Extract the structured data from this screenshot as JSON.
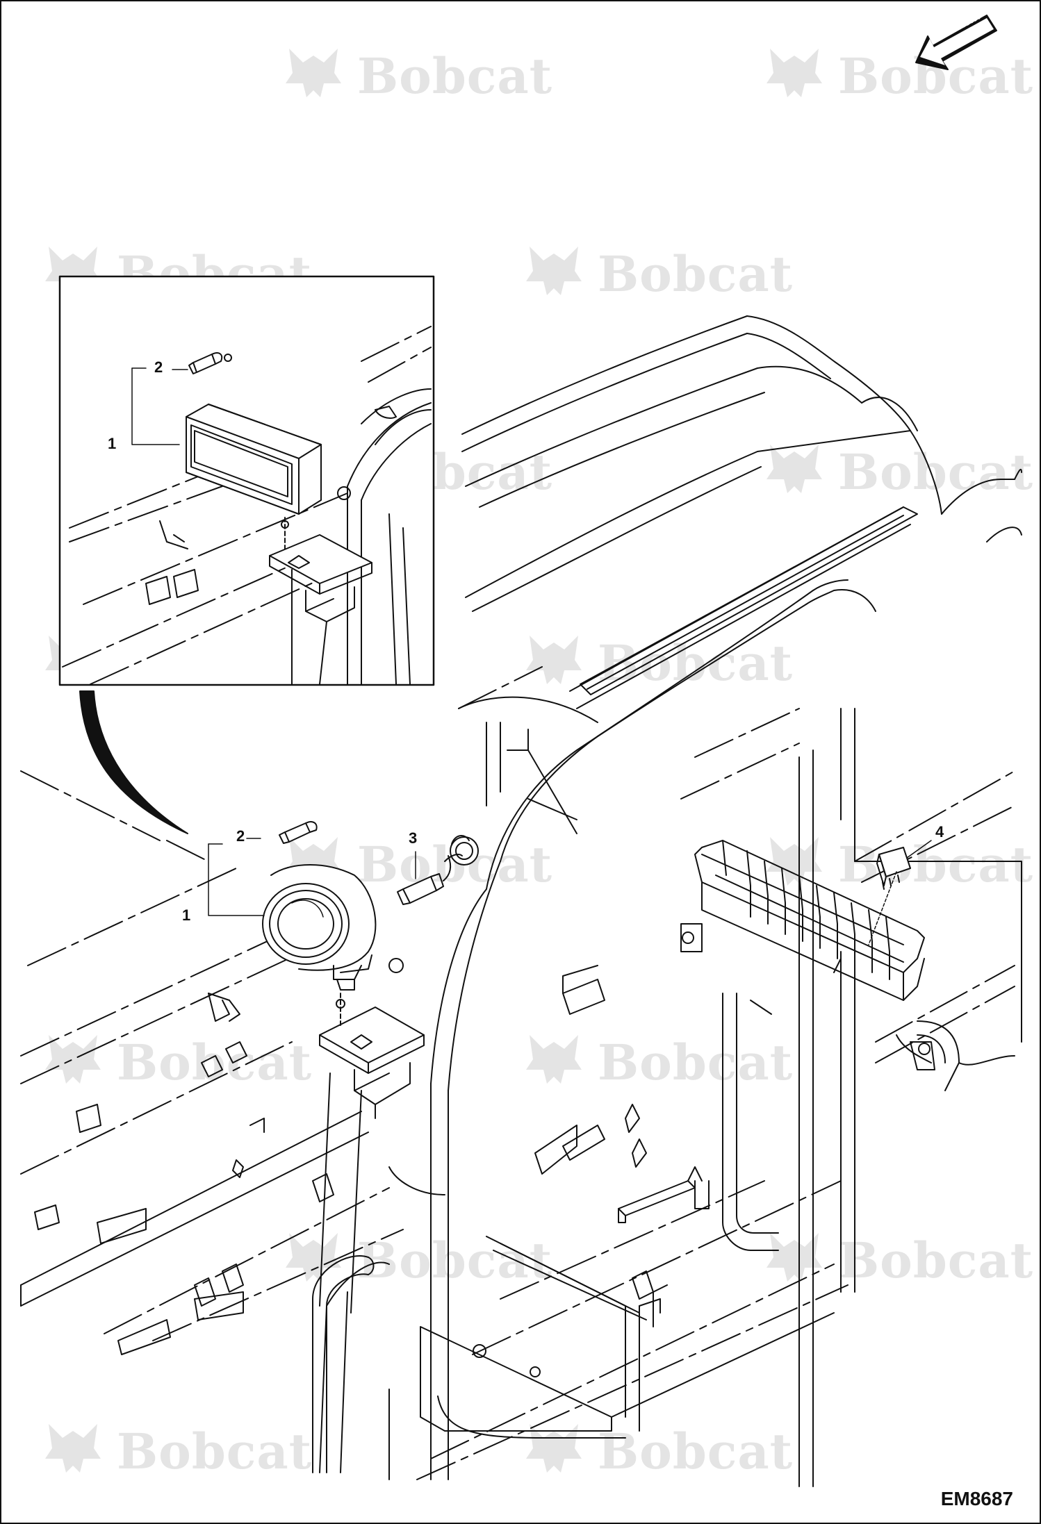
{
  "direction_arrow": {
    "label": "FRONT",
    "icon": "front-direction-arrow-icon"
  },
  "watermark": {
    "text": "Bobcat",
    "icon": "bobcat-logo-icon",
    "color": "#e4e4e4"
  },
  "callouts": {
    "inset_1": "1",
    "inset_2": "2",
    "main_1": "1",
    "main_2": "2",
    "main_3": "3",
    "main_4": "4"
  },
  "figure_id": "EM8687",
  "colors": {
    "line": "#111111",
    "background": "#ffffff"
  }
}
